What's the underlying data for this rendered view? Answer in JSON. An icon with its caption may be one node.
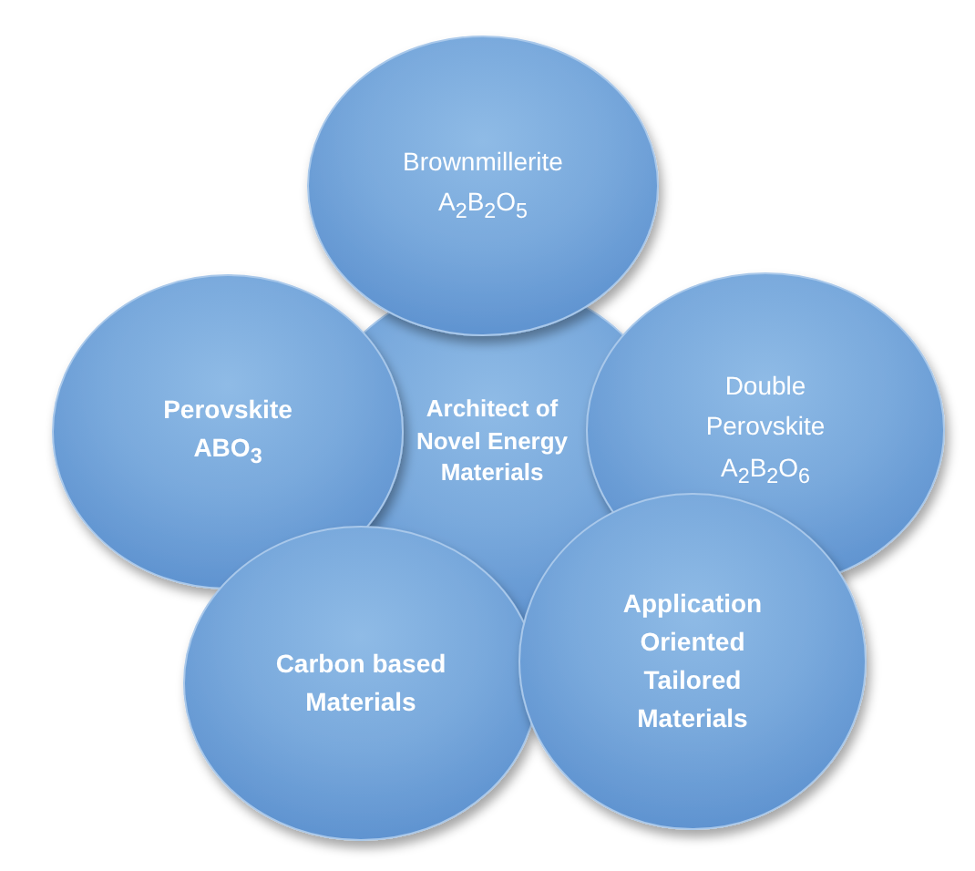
{
  "diagram": {
    "nodes": [
      {
        "text": [
          "Architect of Novel Energy Materials"
        ]
      },
      {
        "text": [
          "Brownmillerite",
          "A$_{2}$B$_{2}$O$_{5}$"
        ]
      },
      {
        "text": [
          "Perovskite",
          "ABO$_{3}$"
        ]
      },
      {
        "text": [
          "Double Perovskite",
          "A$_{2}$B$_{2}$O$_{6}$"
        ]
      },
      {
        "text": [
          "Carbon based Materials"
        ]
      },
      {
        "text": [
          "Application Oriented Tailored Materials"
        ]
      }
    ]
  }
}
